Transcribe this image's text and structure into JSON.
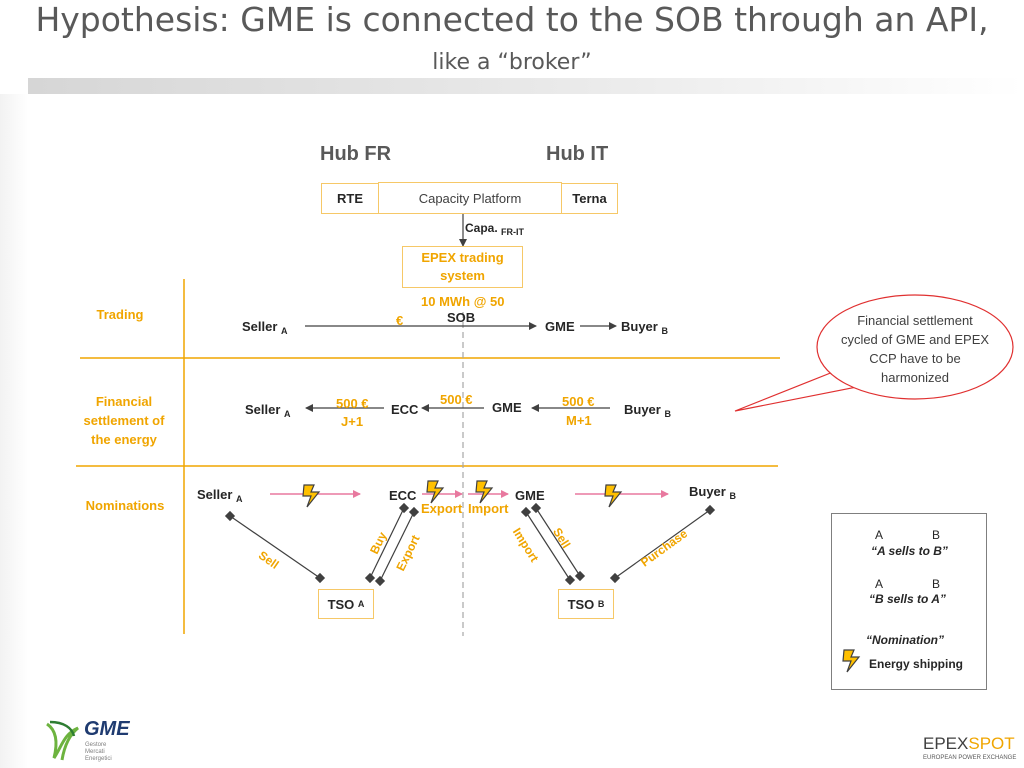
{
  "slide": {
    "title": "Hypothesis: GME is connected to the SOB through an API,",
    "subtitle": "like a “broker”"
  },
  "hubs": {
    "fr": "Hub FR",
    "it": "Hub IT"
  },
  "platform": {
    "rte": "RTE",
    "capacity": "Capacity Platform",
    "terna": "Terna",
    "capa": "Capa.",
    "capa_sub": "FR-IT"
  },
  "epex": {
    "system": "EPEX trading system",
    "trade": "10 MWh @ 50",
    "euro": "€",
    "sob": "SOB"
  },
  "sections": {
    "trading": "Trading",
    "financial": "Financial settlement of the energy",
    "nominations": "Nominations"
  },
  "trading_row": {
    "seller": "Seller",
    "seller_sub": "A",
    "gme": "GME",
    "buyer": "Buyer",
    "buyer_sub": "B"
  },
  "financial_row": {
    "seller": "Seller",
    "seller_sub": "A",
    "amount_a": "500 €",
    "day_a": "J+1",
    "ecc": "ECC",
    "amount_mid": "500 €",
    "gme": "GME",
    "amount_b": "500  €",
    "day_b": "M+1",
    "buyer": "Buyer",
    "buyer_sub": "B"
  },
  "nominations_row": {
    "seller": "Seller",
    "seller_sub": "A",
    "ecc": "ECC",
    "gme": "GME",
    "buyer": "Buyer",
    "buyer_sub": "B",
    "export": "Export",
    "import": "Import",
    "sell_a": "Sell",
    "buy": "Buy",
    "export_rot": "Export",
    "import_rot": "Import",
    "sell_b": "Sell",
    "purchase": "Purchase",
    "tso_a": "TSO",
    "tso_a_sub": "A",
    "tso_b": "TSO",
    "tso_b_sub": "B"
  },
  "callout": {
    "text": "Financial settlement cycled of GME and EPEX CCP have to be harmonized"
  },
  "legend": {
    "a1": "A",
    "b1": "B",
    "desc1": "“A sells to B”",
    "a2": "A",
    "b2": "B",
    "desc2": "“B sells to A”",
    "desc3": "“Nomination”",
    "desc4": "Energy shipping"
  },
  "logos": {
    "gme_name": "GME",
    "gme_sub": "Gestore Mercati Energetici",
    "epex_name_1": "EPEX",
    "epex_name_2": "SPOT",
    "epex_sub": "EUROPEAN POWER EXCHANGE"
  },
  "colors": {
    "accent": "#f0a500",
    "arrow": "#e8799f",
    "line": "#404040",
    "callout_border": "#e03030"
  }
}
